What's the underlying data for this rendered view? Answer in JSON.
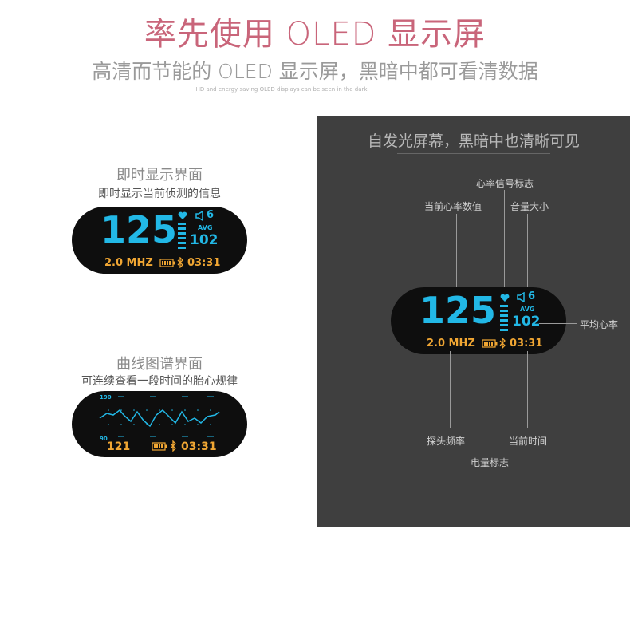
{
  "header": {
    "title": "率先使用 OLED 显示屏",
    "subtitle": "高清而节能的 OLED 显示屏，黑暗中都可看清数据",
    "tagline": "HD and energy saving OLED displays can be seen in the dark"
  },
  "section_realtime": {
    "title": "即时显示界面",
    "subtitle": "即时显示当前侦测的信息"
  },
  "section_curve": {
    "title": "曲线图谱界面",
    "subtitle": "可连续查看一段时间的胎心规律"
  },
  "screen_main": {
    "heart_rate": "125",
    "volume": "6",
    "avg_label": "AVG",
    "avg_value": "102",
    "frequency": "2.0 MHZ",
    "time": "03:31"
  },
  "screen_curve": {
    "y_max": "190",
    "y_min": "90",
    "heart_rate": "121",
    "time": "03:31"
  },
  "dark_panel": {
    "title": "自发光屏幕，黑暗中也清晰可见",
    "labels": {
      "heart_signal": "心率信号标志",
      "current_hr": "当前心率数值",
      "volume": "音量大小",
      "avg_hr": "平均心率",
      "probe_freq": "探头频率",
      "current_time": "当前时间",
      "battery": "电量标志"
    }
  },
  "colors": {
    "title_pink": "#c9657a",
    "screen_cyan": "#22b8e6",
    "screen_orange": "#f0a633",
    "panel_bg": "#3f3f3f"
  },
  "icons": [
    "heart-icon",
    "speaker-icon",
    "battery-icon",
    "bluetooth-icon",
    "signal-bars-icon"
  ]
}
